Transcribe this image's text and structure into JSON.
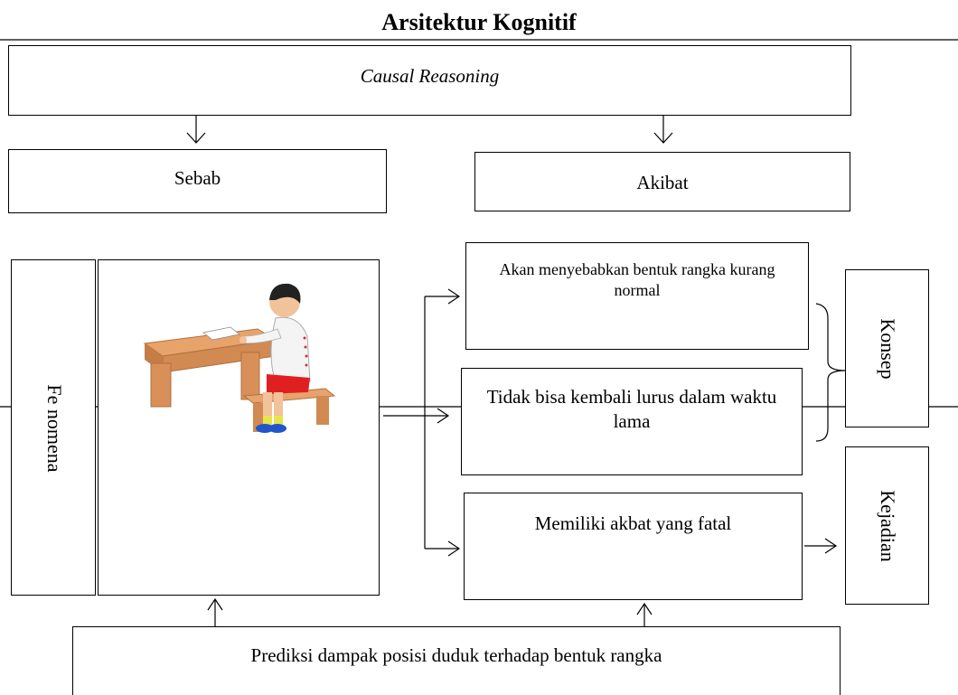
{
  "title": "Arsitektur Kognitif",
  "causal": "Causal Reasoning",
  "sebab": "Sebab",
  "akibat": "Akibat",
  "fenomena": "Fe nomena",
  "effects": [
    "Akan menyebabkan bentuk rangka kurang normal",
    "Tidak bisa kembali lurus dalam waktu lama",
    "Memiliki akbat yang fatal"
  ],
  "konsep": "Konsep",
  "kejadian": "Kejadian",
  "prediksi": "Prediksi dampak posisi duduk terhadap bentuk rangka"
}
